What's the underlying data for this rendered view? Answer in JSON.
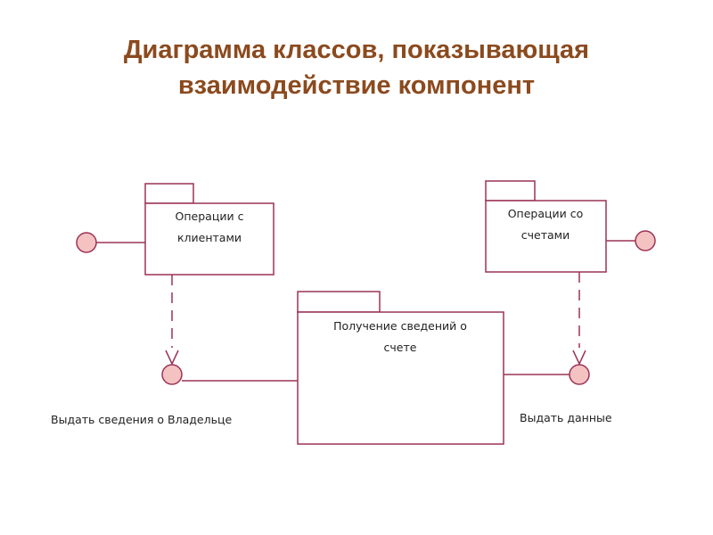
{
  "title": {
    "line1": "Диаграмма классов, показывающая",
    "line2": "взаимодействие компонент"
  },
  "packages": {
    "client_ops": {
      "line1": "Операции с",
      "line2": "клиентами"
    },
    "account_ops": {
      "line1": "Операции со",
      "line2": "счетами"
    },
    "account_info": {
      "line1": "Получение сведений о",
      "line2": "счете"
    }
  },
  "interfaces": {
    "owner_info": "Выдать сведения о Владельце",
    "give_data": "Выдать данные"
  },
  "colors": {
    "line": "#9b3355",
    "circle_fill": "#f5c2c2",
    "title": "#8b4a1e"
  }
}
